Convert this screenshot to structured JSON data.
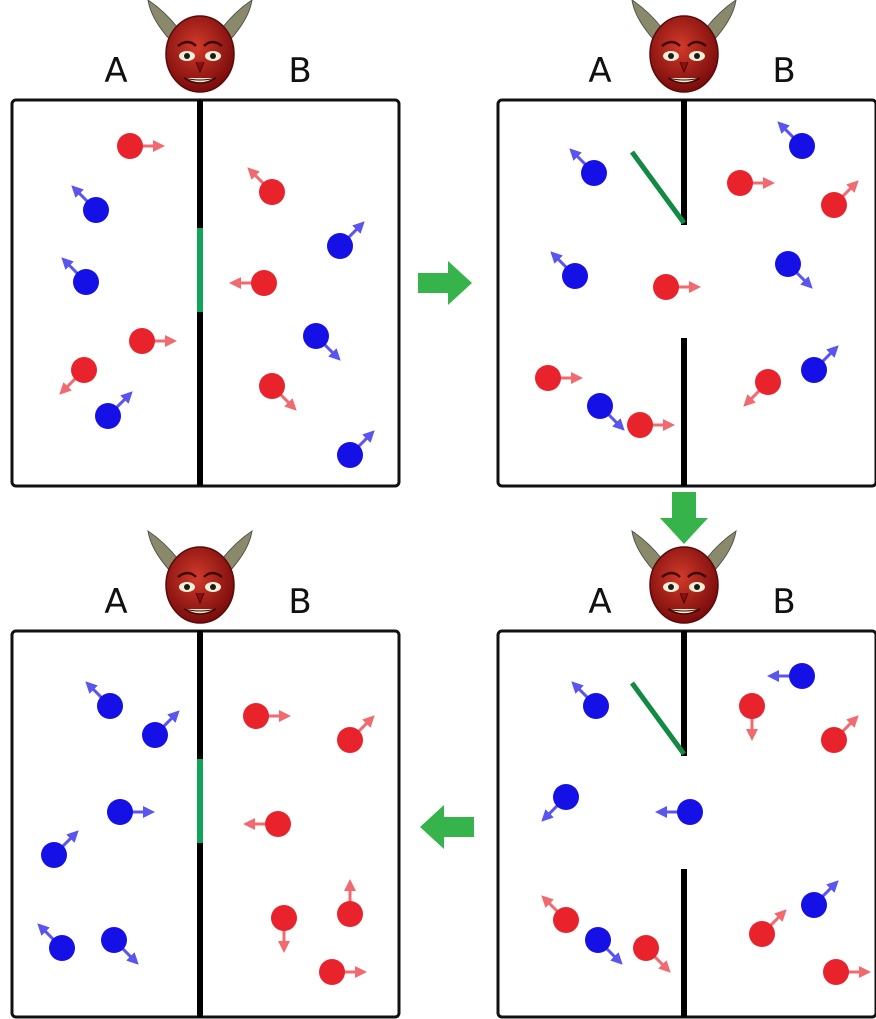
{
  "colors": {
    "particle_fast": "#e8232b",
    "particle_slow": "#1410e6",
    "arrow_fast": "#f06a6f",
    "arrow_slow": "#5a55ee",
    "wall": "#000000",
    "gate_closed": "#12a35a",
    "gate_open": "#138a44",
    "flow_arrow": "#36b34a",
    "demon_face": "#9b1212",
    "demon_horn": "#8a8a6a"
  },
  "icons": {
    "demon": "maxwell-demon-head-icon",
    "flow": "green-arrow-icon"
  },
  "panels": [
    {
      "label_left": "A",
      "label_right": "B",
      "gate": "closed",
      "particles": [
        {
          "side": "A",
          "type": "fast",
          "dir": "right"
        },
        {
          "side": "A",
          "type": "slow",
          "dir": "up-left"
        },
        {
          "side": "A",
          "type": "slow",
          "dir": "up-left"
        },
        {
          "side": "A",
          "type": "fast",
          "dir": "right"
        },
        {
          "side": "A",
          "type": "fast",
          "dir": "down-left"
        },
        {
          "side": "A",
          "type": "slow",
          "dir": "up-right"
        },
        {
          "side": "B",
          "type": "fast",
          "dir": "up-left"
        },
        {
          "side": "B",
          "type": "slow",
          "dir": "up-right"
        },
        {
          "side": "B",
          "type": "fast",
          "dir": "left"
        },
        {
          "side": "B",
          "type": "slow",
          "dir": "down-right"
        },
        {
          "side": "B",
          "type": "fast",
          "dir": "down-right"
        },
        {
          "side": "B",
          "type": "slow",
          "dir": "up-right"
        }
      ]
    },
    {
      "label_left": "A",
      "label_right": "B",
      "gate": "open",
      "particles": [
        {
          "side": "A",
          "type": "slow",
          "dir": "up-left"
        },
        {
          "side": "A",
          "type": "slow",
          "dir": "up-left"
        },
        {
          "side": "A",
          "type": "fast",
          "dir": "right"
        },
        {
          "side": "A",
          "type": "fast",
          "dir": "right"
        },
        {
          "side": "A",
          "type": "slow",
          "dir": "down-right"
        },
        {
          "side": "A",
          "type": "fast",
          "dir": "right"
        },
        {
          "side": "B",
          "type": "slow",
          "dir": "up-left"
        },
        {
          "side": "B",
          "type": "fast",
          "dir": "right"
        },
        {
          "side": "B",
          "type": "fast",
          "dir": "up-right"
        },
        {
          "side": "B",
          "type": "slow",
          "dir": "down-right"
        },
        {
          "side": "B",
          "type": "fast",
          "dir": "down-left"
        },
        {
          "side": "B",
          "type": "slow",
          "dir": "up-right"
        }
      ]
    },
    {
      "label_left": "A",
      "label_right": "B",
      "gate": "open",
      "particles": [
        {
          "side": "A",
          "type": "slow",
          "dir": "up-left"
        },
        {
          "side": "A",
          "type": "slow",
          "dir": "down-left"
        },
        {
          "side": "A",
          "type": "slow",
          "dir": "left"
        },
        {
          "side": "A",
          "type": "fast",
          "dir": "up-left"
        },
        {
          "side": "A",
          "type": "slow",
          "dir": "down-right"
        },
        {
          "side": "A",
          "type": "fast",
          "dir": "down-right"
        },
        {
          "side": "B",
          "type": "slow",
          "dir": "left"
        },
        {
          "side": "B",
          "type": "fast",
          "dir": "down"
        },
        {
          "side": "B",
          "type": "fast",
          "dir": "up-right"
        },
        {
          "side": "B",
          "type": "slow",
          "dir": "up-right"
        },
        {
          "side": "B",
          "type": "fast",
          "dir": "up-right"
        },
        {
          "side": "B",
          "type": "fast",
          "dir": "right"
        }
      ]
    },
    {
      "label_left": "A",
      "label_right": "B",
      "gate": "closed",
      "particles": [
        {
          "side": "A",
          "type": "slow",
          "dir": "up-left"
        },
        {
          "side": "A",
          "type": "slow",
          "dir": "up-right"
        },
        {
          "side": "A",
          "type": "slow",
          "dir": "right"
        },
        {
          "side": "A",
          "type": "slow",
          "dir": "up-right"
        },
        {
          "side": "A",
          "type": "slow",
          "dir": "up-left"
        },
        {
          "side": "A",
          "type": "slow",
          "dir": "down-right"
        },
        {
          "side": "B",
          "type": "fast",
          "dir": "right"
        },
        {
          "side": "B",
          "type": "fast",
          "dir": "up-right"
        },
        {
          "side": "B",
          "type": "fast",
          "dir": "left"
        },
        {
          "side": "B",
          "type": "fast",
          "dir": "down"
        },
        {
          "side": "B",
          "type": "fast",
          "dir": "up"
        },
        {
          "side": "B",
          "type": "fast",
          "dir": "right"
        }
      ]
    }
  ],
  "flow_arrows": [
    "right",
    "down",
    "left"
  ]
}
